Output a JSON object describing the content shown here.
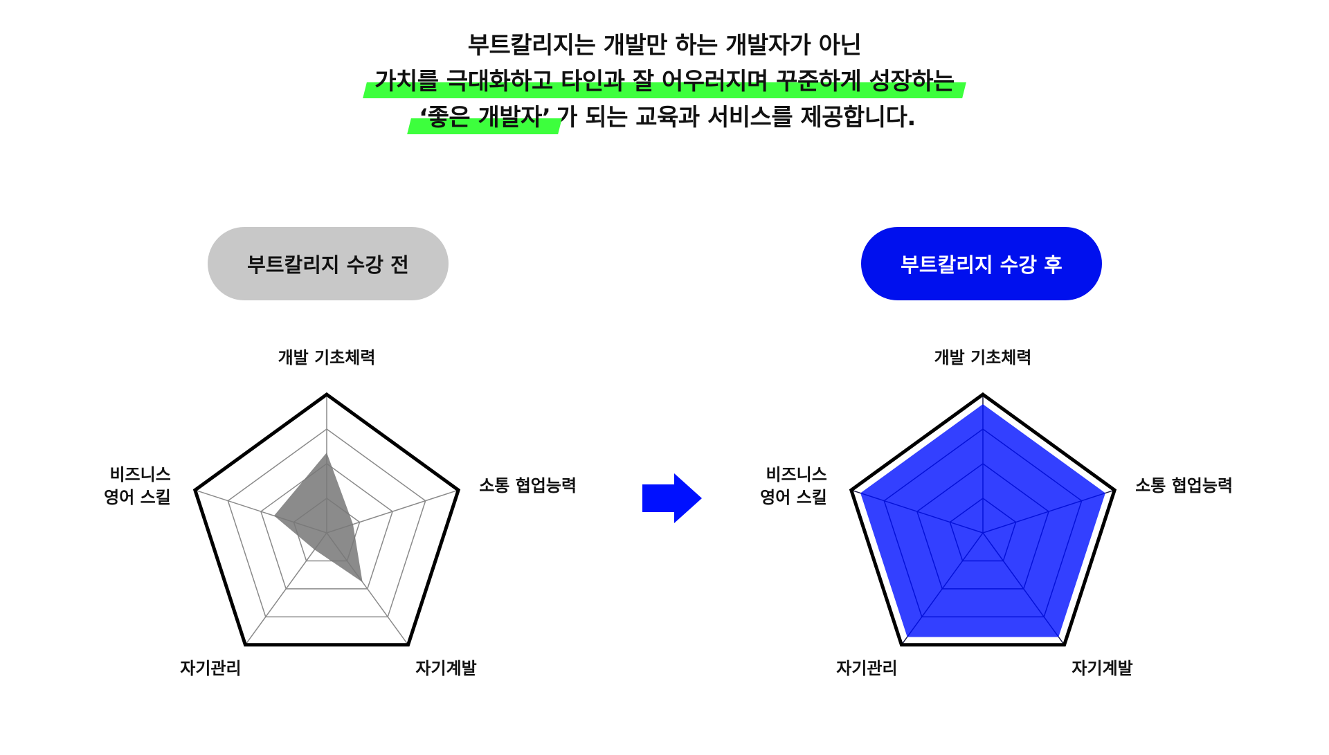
{
  "headline": {
    "line1": "부트칼리지는 개발만 하는 개발자가 아닌",
    "line2_highlight": "가치를 극대화하고 타인과 잘 어우러지며 꾸준하게 성장하는",
    "line3_highlight": "‘좋은 개발자’",
    "line3_rest": "가 되는 교육과 서비스를 제공합니다."
  },
  "comparison": {
    "before_label": "부트칼리지 수강 전",
    "after_label": "부트칼리지 수강 후"
  },
  "colors": {
    "highlight": "#3dff3d",
    "before_pill": "#c8c8c8",
    "after_pill": "#0010ee",
    "before_fill": "#777777",
    "after_fill": "#0010ff",
    "arrow": "#0010ff"
  },
  "chart_data": [
    {
      "type": "radar",
      "title": "부트칼리지 수강 전",
      "axes": [
        "개발 기초체력",
        "소통 협업능력",
        "자기계발",
        "자기관리",
        "비즈니스\n영어 스킬"
      ],
      "max": 1,
      "grid_levels": 4,
      "values": [
        0.58,
        0.2,
        0.44,
        0.15,
        0.4
      ]
    },
    {
      "type": "radar",
      "title": "부트칼리지 수강 후",
      "axes": [
        "개발 기초체력",
        "소통 협업능력",
        "자기계발",
        "자기관리",
        "비즈니스\n영어 스킬"
      ],
      "max": 1,
      "grid_levels": 4,
      "values": [
        0.93,
        0.93,
        0.93,
        0.93,
        0.93
      ]
    }
  ]
}
